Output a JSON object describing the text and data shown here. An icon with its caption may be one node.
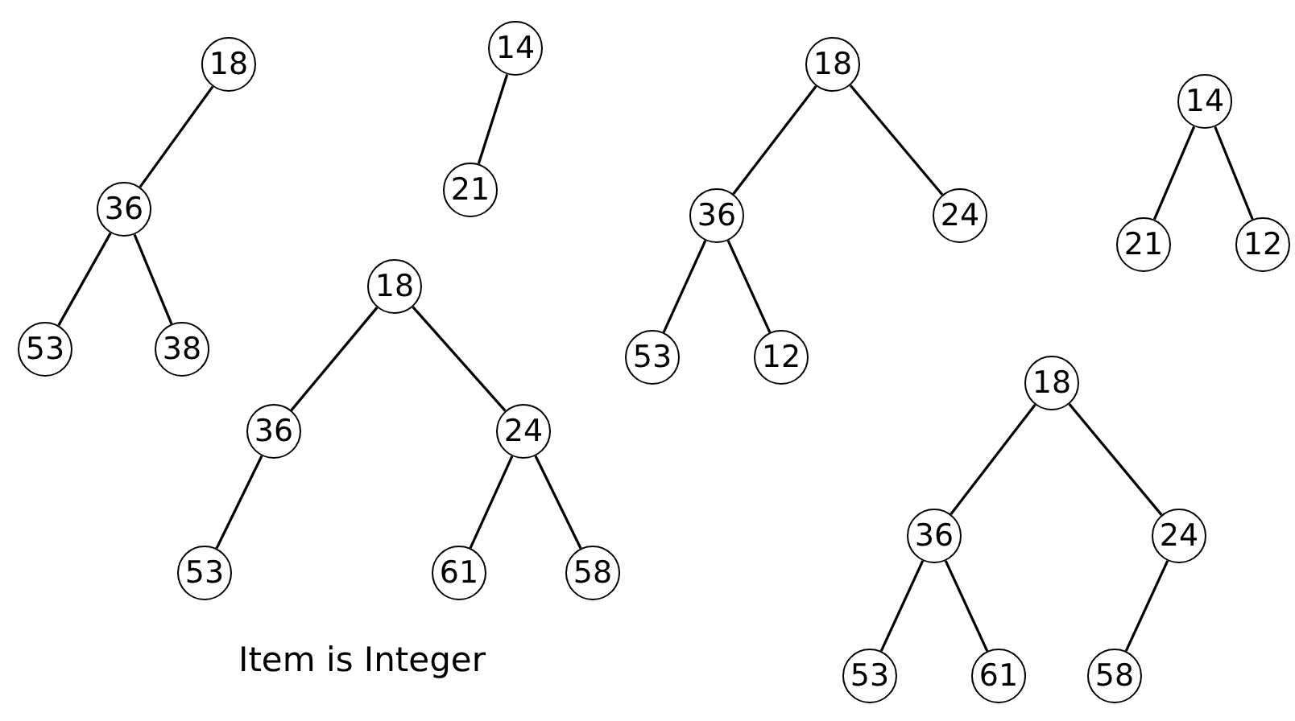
{
  "diagram": {
    "nodes": [
      {
        "text": [
          "18"
        ]
      },
      {
        "text": [
          "36"
        ]
      },
      {
        "text": [
          "53"
        ]
      },
      {
        "text": [
          "38"
        ]
      },
      {
        "text": [
          "14"
        ]
      },
      {
        "text": [
          "21"
        ]
      },
      {
        "text": [
          "18"
        ]
      },
      {
        "text": [
          "36"
        ]
      },
      {
        "text": [
          "24"
        ]
      },
      {
        "text": [
          "53"
        ]
      },
      {
        "text": [
          "61"
        ]
      },
      {
        "text": [
          "58"
        ]
      },
      {
        "text": [
          "18"
        ]
      },
      {
        "text": [
          "36"
        ]
      },
      {
        "text": [
          "24"
        ]
      },
      {
        "text": [
          "53"
        ]
      },
      {
        "text": [
          "12"
        ]
      },
      {
        "text": [
          "14"
        ]
      },
      {
        "text": [
          "21"
        ]
      },
      {
        "text": [
          "12"
        ]
      },
      {
        "text": [
          "18"
        ]
      },
      {
        "text": [
          "36"
        ]
      },
      {
        "text": [
          "24"
        ]
      },
      {
        "text": [
          "53"
        ]
      },
      {
        "text": [
          "61"
        ]
      },
      {
        "text": [
          "58"
        ]
      }
    ],
    "edges": [
      {
        "from": 0,
        "to": 1,
        "arrow": "none"
      },
      {
        "from": 1,
        "to": 2,
        "arrow": "none"
      },
      {
        "from": 1,
        "to": 3,
        "arrow": "none"
      },
      {
        "from": 4,
        "to": 5,
        "arrow": "none"
      },
      {
        "from": 6,
        "to": 7,
        "arrow": "none"
      },
      {
        "from": 6,
        "to": 8,
        "arrow": "none"
      },
      {
        "from": 7,
        "to": 9,
        "arrow": "none"
      },
      {
        "from": 8,
        "to": 10,
        "arrow": "none"
      },
      {
        "from": 8,
        "to": 11,
        "arrow": "none"
      },
      {
        "from": 12,
        "to": 13,
        "arrow": "none"
      },
      {
        "from": 12,
        "to": 14,
        "arrow": "none"
      },
      {
        "from": 13,
        "to": 15,
        "arrow": "none"
      },
      {
        "from": 13,
        "to": 16,
        "arrow": "none"
      },
      {
        "from": 17,
        "to": 18,
        "arrow": "none"
      },
      {
        "from": 17,
        "to": 19,
        "arrow": "none"
      },
      {
        "from": 20,
        "to": 21,
        "arrow": "none"
      },
      {
        "from": 20,
        "to": 22,
        "arrow": "none"
      },
      {
        "from": 21,
        "to": 23,
        "arrow": "none"
      },
      {
        "from": 21,
        "to": 24,
        "arrow": "none"
      },
      {
        "from": 22,
        "to": 25,
        "arrow": "none"
      }
    ],
    "labels": [
      "Item is Integer"
    ]
  }
}
